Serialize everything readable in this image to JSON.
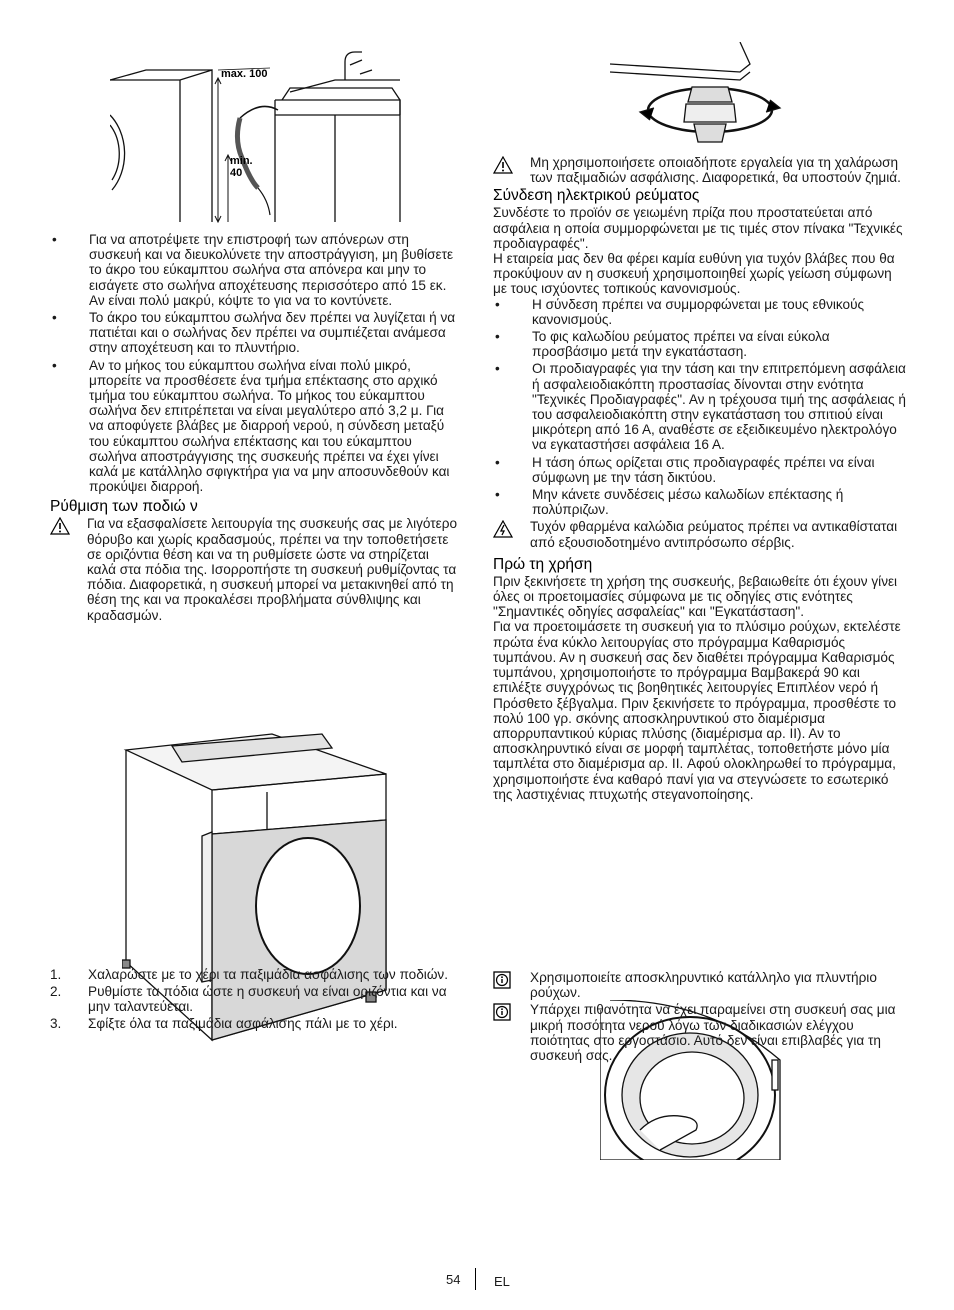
{
  "figure_hose": {
    "max_label": "max. 100",
    "min_label_1": "min.",
    "min_label_2": "40"
  },
  "left": {
    "bullets": [
      "Για να αποτρέψετε την επιστροφή των απόνερων στη συσκευή και να διευκολύνετε την αποστράγγιση, μη βυθίσετε το άκρο του εύκαμπτου σωλήνα στα απόνερα και μην το εισάγετε στο σωλήνα αποχέτευσης περισσότερο από 15 εκ. Αν είναι πολύ μακρύ, κόψτε το για να το κοντύνετε.",
      "Το άκρο του εύκαμπτου σωλήνα δεν πρέπει να λυγίζεται ή να πατιέται και ο σωλήνας δεν πρέπει να συμπιέζεται ανάμεσα στην αποχέτευση και το πλυντήριο.",
      "Αν το μήκος του εύκαμπτου σωλήνα είναι πολύ μικρό, μπορείτε να προσθέσετε ένα τμήμα επέκτασης στο αρχικό τμήμα του εύκαμπτου σωλήνα. Το μήκος του εύκαμπτου σωλήνα δεν επιτρέπεται να είναι μεγαλύτερο από 3,2 μ. Για να αποφύγετε βλάβες με διαρροή νερού, η σύνδεση μεταξύ του εύκαμπτου σωλήνα επέκτασης και του εύκαμπτου σωλήνα αποστράγγισης της συσκευής πρέπει να έχει γίνει καλά με κατάλληλο σφιγκτήρα για να μην αποσυνδεθούν και προκύψει διαρροή."
    ],
    "heading": "Ρύθμιση των ποδιώ ν",
    "warning": "Για να εξασφαλίσετε λειτουργία της συσκευής σας με λιγότερο θόρυβο και χωρίς κραδασμούς, πρέπει να την τοποθετήσετε σε οριζόντια θέση και να τη ρυθμίσετε ώστε να στηρίζεται καλά στα πόδια της. Ισορροπήστε τη συσκευή ρυθμίζοντας τα πόδια. Διαφορετικά, η συσκευή μπορεί να μετακινηθεί από τη θέση της και να προκαλέσει προβλήματα σύνθλιψης και κραδασμών.",
    "steps": [
      {
        "n": "1.",
        "t": "Χαλαρώστε με το χέρι τα παξιμάδια ασφάλισης των ποδιών."
      },
      {
        "n": "2.",
        "t": "Ρυθμίστε τα πόδια ώστε η συσκευή να είναι οριζόντια και να μην ταλαντεύεται."
      },
      {
        "n": "3.",
        "t": "Σφίξτε όλα τα παξιμάδια ασφάλισης πάλι με το χέρι."
      }
    ]
  },
  "right": {
    "warning_tools": "Μη χρησιμοποιήσετε οποιαδήποτε εργαλεία για τη χαλάρωση των παξιμαδιών ασφάλισης. Διαφορετικά, θα υποστούν ζημιά.",
    "heading_power": "Σύνδεση ηλεκτρικού ρεύματος",
    "power_p1": "Συνδέστε το προϊόν σε γειωμένη πρίζα που προστατεύεται από ασφάλεια η οποία συμμορφώνεται με τις τιμές στον πίνακα \"Τεχνικές προδιαγραφές\".",
    "power_p2": "Η εταιρεία μας δεν θα φέρει καμία ευθύνη για τυχόν βλάβες που θα προκύψουν αν η συσκευή χρησιμοποιηθεί χωρίς γείωση σύμφωνη με τους ισχύοντες τοπικούς κανονισμούς.",
    "power_bullets": [
      "Η σύνδεση πρέπει να συμμορφώνεται με τους εθνικούς κανονισμούς.",
      "Το φις καλωδίου ρεύματος πρέπει να είναι εύκολα προσβάσιμο μετά την εγκατάσταση.",
      "Οι προδιαγραφές για την τάση και την επιτρεπόμενη ασφάλεια ή ασφαλειοδιακόπτη προστασίας δίνονται στην ενότητα \"Τεχνικές Προδιαγραφές\". Αν η τρέχουσα τιμή της ασφάλειας ή του ασφαλειοδιακόπτη στην εγκατάσταση του σπιτιού είναι μικρότερη από 16 Α, αναθέστε σε εξειδικευμένο ηλεκτρολόγο να εγκαταστήσει ασφάλεια 16 Α.",
      "Η τάση όπως ορίζεται στις προδιαγραφές πρέπει να είναι σύμφωνη με την τάση δικτύου.",
      "Μην κάνετε συνδέσεις μέσω καλωδίων επέκτασης ή πολύπριζων."
    ],
    "warning_cable": "Τυχόν φθαρμένα καλώδια ρεύματος πρέπει να αντικαθίσταται από εξουσιοδοτημένο αντιπρόσωπο σέρβις.",
    "heading_first": "Πρώ τη χρήση",
    "first_p1": "Πριν ξεκινήσετε τη χρήση της συσκευής, βεβαιωθείτε ότι έχουν γίνει όλες οι προετοιμασίες σύμφωνα με τις οδηγίες στις ενότητες \"Σημαντικές οδηγίες ασφαλείας\" και \"Εγκατάσταση\".",
    "first_p2": "Για να προετοιμάσετε τη συσκευή για το πλύσιμο ρούχων, εκτελέστε πρώτα ένα κύκλο λειτουργίας στο πρόγραμμα Καθαρισμός τυμπάνου. Αν η συσκευή σας δεν διαθέτει πρόγραμμα Καθαρισμός τυμπάνου, χρησιμοποιήστε το πρόγραμμα Βαμβακερά 90 και επιλέξτε συγχρόνως τις βοηθητικές λειτουργίες Επιπλέον νερό ή Πρόσθετο ξέβγαλμα. Πριν ξεκινήσετε το πρόγραμμα, προσθέστε το πολύ 100 γρ. σκόνης αποσκληρυντικού στο διαμέρισμα απορρυπαντικού κύριας πλύσης (διαμέρισμα αρ. II). Αν το αποσκληρυντικό είναι σε μορφή ταμπλέτας, τοποθετήστε μόνο μία ταμπλέτα στο διαμέρισμα αρ. II. Αφού ολοκληρωθεί το πρόγραμμα, χρησιμοποιήστε ένα καθαρό πανί για να στεγνώσετε το εσωτερικό της λαστιχένιας πτυχωτής στεγανοποίησης.",
    "info1": "Χρησιμοποιείτε αποσκληρυντικό κατάλληλο για πλυντήριο ρούχων.",
    "info2": "Υπάρχει πιθανότητα να έχει παραμείνει στη συσκευή σας μια μικρή ποσότητα νερού λόγω των διαδικασιών ελέγχου ποιότητας στο εργοστάσιο. Αυτό δεν είναι επιβλαβές για τη συσκευή σας."
  },
  "footer": {
    "page": "54",
    "lang": "EL"
  }
}
